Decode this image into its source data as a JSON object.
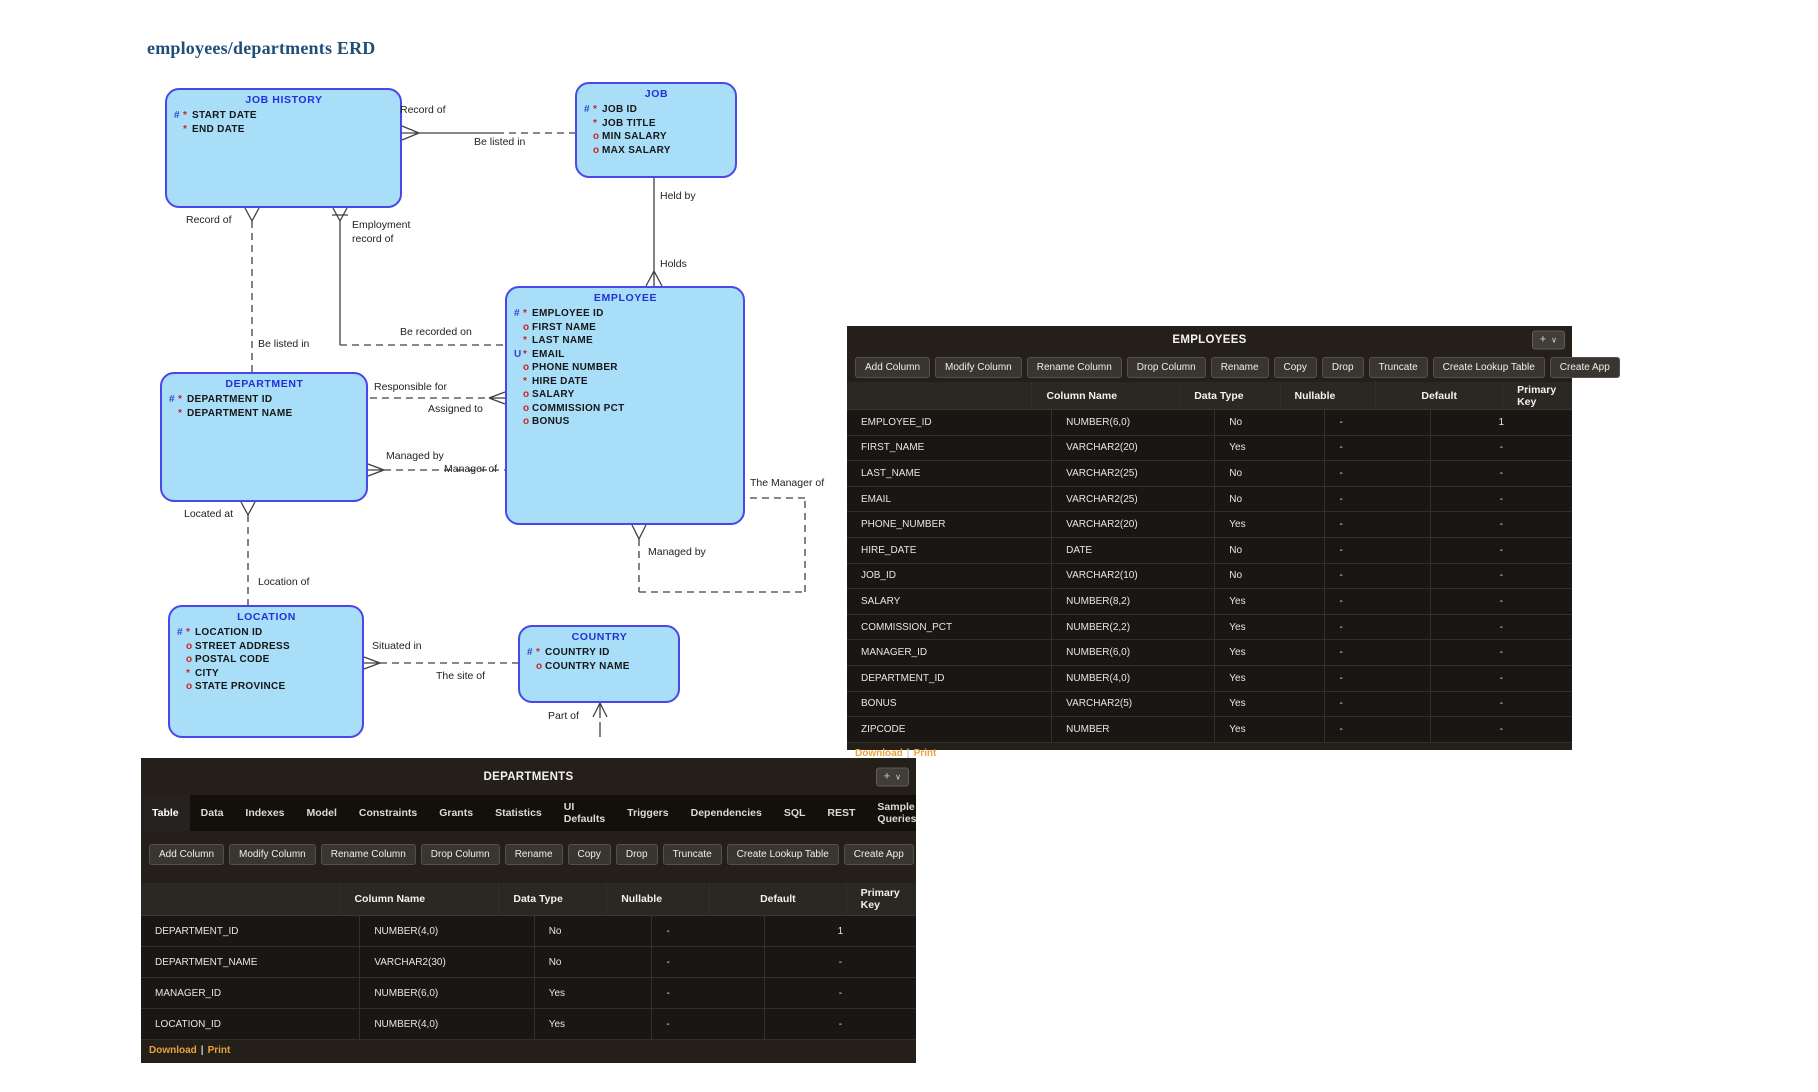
{
  "colors": {
    "entity_fill": "#a9def9",
    "entity_border": "#4848e8",
    "entity_title_blue": "#2230d8",
    "prefix_blue": "#3344cc",
    "prefix_red": "#cc2222",
    "panel_background": "#242019",
    "link_gold": "#e8a33e",
    "erd_title_blue": "#1f4e79"
  },
  "erd": {
    "title": "employees/departments ERD",
    "entities": {
      "job_history": {
        "title": "JOB HISTORY",
        "attrs": [
          {
            "p1": "#",
            "p2": "*",
            "label": "START DATE"
          },
          {
            "p1": "",
            "p2": "*",
            "label": "END DATE"
          }
        ]
      },
      "job": {
        "title": "JOB",
        "attrs": [
          {
            "p1": "#",
            "p2": "*",
            "label": "JOB ID"
          },
          {
            "p1": "",
            "p2": "*",
            "label": "JOB TITLE"
          },
          {
            "p1": "",
            "p2": "o",
            "label": "MIN SALARY"
          },
          {
            "p1": "",
            "p2": "o",
            "label": "MAX SALARY"
          }
        ]
      },
      "employee": {
        "title": "EMPLOYEE",
        "attrs": [
          {
            "p1": "#",
            "p2": "*",
            "label": "EMPLOYEE ID"
          },
          {
            "p1": "",
            "p2": "o",
            "label": "FIRST NAME"
          },
          {
            "p1": "",
            "p2": "*",
            "label": "LAST NAME"
          },
          {
            "p1": "U",
            "p2": "*",
            "label": "EMAIL"
          },
          {
            "p1": "",
            "p2": "o",
            "label": "PHONE NUMBER"
          },
          {
            "p1": "",
            "p2": "*",
            "label": "HIRE DATE"
          },
          {
            "p1": "",
            "p2": "o",
            "label": "SALARY"
          },
          {
            "p1": "",
            "p2": "o",
            "label": "COMMISSION PCT"
          },
          {
            "p1": "",
            "p2": "o",
            "label": "BONUS"
          }
        ]
      },
      "department": {
        "title": "DEPARTMENT",
        "attrs": [
          {
            "p1": "#",
            "p2": "*",
            "label": "DEPARTMENT ID"
          },
          {
            "p1": "",
            "p2": "*",
            "label": "DEPARTMENT NAME"
          }
        ]
      },
      "location": {
        "title": "LOCATION",
        "attrs": [
          {
            "p1": "#",
            "p2": "*",
            "label": "LOCATION ID"
          },
          {
            "p1": "",
            "p2": "o",
            "label": "STREET ADDRESS"
          },
          {
            "p1": "",
            "p2": "o",
            "label": "POSTAL CODE"
          },
          {
            "p1": "",
            "p2": "*",
            "label": "CITY"
          },
          {
            "p1": "",
            "p2": "o",
            "label": "STATE PROVINCE"
          }
        ]
      },
      "country": {
        "title": "COUNTRY",
        "attrs": [
          {
            "p1": "#",
            "p2": "*",
            "label": "COUNTRY ID"
          },
          {
            "p1": "",
            "p2": "o",
            "label": "COUNTRY NAME"
          }
        ]
      }
    },
    "labels": {
      "record_of_top": "Record of",
      "be_listed_in_top": "Be listed in",
      "held_by": "Held by",
      "holds": "Holds",
      "record_of_left": "Record of",
      "employment_record_of": "Employment record of",
      "be_recorded_on": "Be recorded on",
      "be_listed_in_left": "Be listed in",
      "responsible_for": "Responsible for",
      "assigned_to": "Assigned to",
      "managed_by_dept": "Managed by",
      "manager_of": "Manager of",
      "located_at": "Located at",
      "location_of": "Location of",
      "the_manager_of": "The Manager of",
      "managed_by_emp": "Managed by",
      "situated_in": "Situated in",
      "the_site_of": "The site of",
      "part_of": "Part of"
    }
  },
  "employees_panel": {
    "title": "EMPLOYEES",
    "add_button": {
      "plus": "+",
      "chevron": "∨"
    },
    "buttons": [
      "Add Column",
      "Modify Column",
      "Rename Column",
      "Drop Column",
      "Rename",
      "Copy",
      "Drop",
      "Truncate",
      "Create Lookup Table",
      "Create App"
    ],
    "table": {
      "headers": [
        "Column Name",
        "Data Type",
        "Nullable",
        "Default",
        "Primary Key"
      ],
      "rows": [
        {
          "name": "EMPLOYEE_ID",
          "type": "NUMBER(6,0)",
          "nullable": "No",
          "default": "-",
          "pk": "1"
        },
        {
          "name": "FIRST_NAME",
          "type": "VARCHAR2(20)",
          "nullable": "Yes",
          "default": "-",
          "pk": "-"
        },
        {
          "name": "LAST_NAME",
          "type": "VARCHAR2(25)",
          "nullable": "No",
          "default": "-",
          "pk": "-"
        },
        {
          "name": "EMAIL",
          "type": "VARCHAR2(25)",
          "nullable": "No",
          "default": "-",
          "pk": "-"
        },
        {
          "name": "PHONE_NUMBER",
          "type": "VARCHAR2(20)",
          "nullable": "Yes",
          "default": "-",
          "pk": "-"
        },
        {
          "name": "HIRE_DATE",
          "type": "DATE",
          "nullable": "No",
          "default": "-",
          "pk": "-"
        },
        {
          "name": "JOB_ID",
          "type": "VARCHAR2(10)",
          "nullable": "No",
          "default": "-",
          "pk": "-"
        },
        {
          "name": "SALARY",
          "type": "NUMBER(8,2)",
          "nullable": "Yes",
          "default": "-",
          "pk": "-"
        },
        {
          "name": "COMMISSION_PCT",
          "type": "NUMBER(2,2)",
          "nullable": "Yes",
          "default": "-",
          "pk": "-"
        },
        {
          "name": "MANAGER_ID",
          "type": "NUMBER(6,0)",
          "nullable": "Yes",
          "default": "-",
          "pk": "-"
        },
        {
          "name": "DEPARTMENT_ID",
          "type": "NUMBER(4,0)",
          "nullable": "Yes",
          "default": "-",
          "pk": "-"
        },
        {
          "name": "BONUS",
          "type": "VARCHAR2(5)",
          "nullable": "Yes",
          "default": "-",
          "pk": "-"
        },
        {
          "name": "ZIPCODE",
          "type": "NUMBER",
          "nullable": "Yes",
          "default": "-",
          "pk": "-"
        }
      ]
    },
    "footer": {
      "download": "Download",
      "separator": "|",
      "print": "Print"
    }
  },
  "departments_panel": {
    "title": "DEPARTMENTS",
    "add_button": {
      "plus": "+",
      "chevron": "∨"
    },
    "tabs": [
      {
        "label": "Table",
        "state": "active"
      },
      {
        "label": "Data",
        "state": ""
      },
      {
        "label": "Indexes",
        "state": ""
      },
      {
        "label": "Model",
        "state": ""
      },
      {
        "label": "Constraints",
        "state": ""
      },
      {
        "label": "Grants",
        "state": ""
      },
      {
        "label": "Statistics",
        "state": ""
      },
      {
        "label": "UI Defaults",
        "state": ""
      },
      {
        "label": "Triggers",
        "state": ""
      },
      {
        "label": "Dependencies",
        "state": ""
      },
      {
        "label": "SQL",
        "state": ""
      },
      {
        "label": "REST",
        "state": ""
      },
      {
        "label": "Sample Queries",
        "state": ""
      }
    ],
    "buttons": [
      "Add Column",
      "Modify Column",
      "Rename Column",
      "Drop Column",
      "Rename",
      "Copy",
      "Drop",
      "Truncate",
      "Create Lookup Table",
      "Create App"
    ],
    "table": {
      "headers": [
        "Column Name",
        "Data Type",
        "Nullable",
        "Default",
        "Primary Key"
      ],
      "rows": [
        {
          "name": "DEPARTMENT_ID",
          "type": "NUMBER(4,0)",
          "nullable": "No",
          "default": "-",
          "pk": "1"
        },
        {
          "name": "DEPARTMENT_NAME",
          "type": "VARCHAR2(30)",
          "nullable": "No",
          "default": "-",
          "pk": "-"
        },
        {
          "name": "MANAGER_ID",
          "type": "NUMBER(6,0)",
          "nullable": "Yes",
          "default": "-",
          "pk": "-"
        },
        {
          "name": "LOCATION_ID",
          "type": "NUMBER(4,0)",
          "nullable": "Yes",
          "default": "-",
          "pk": "-"
        }
      ]
    },
    "footer": {
      "download": "Download",
      "separator": "|",
      "print": "Print"
    }
  }
}
